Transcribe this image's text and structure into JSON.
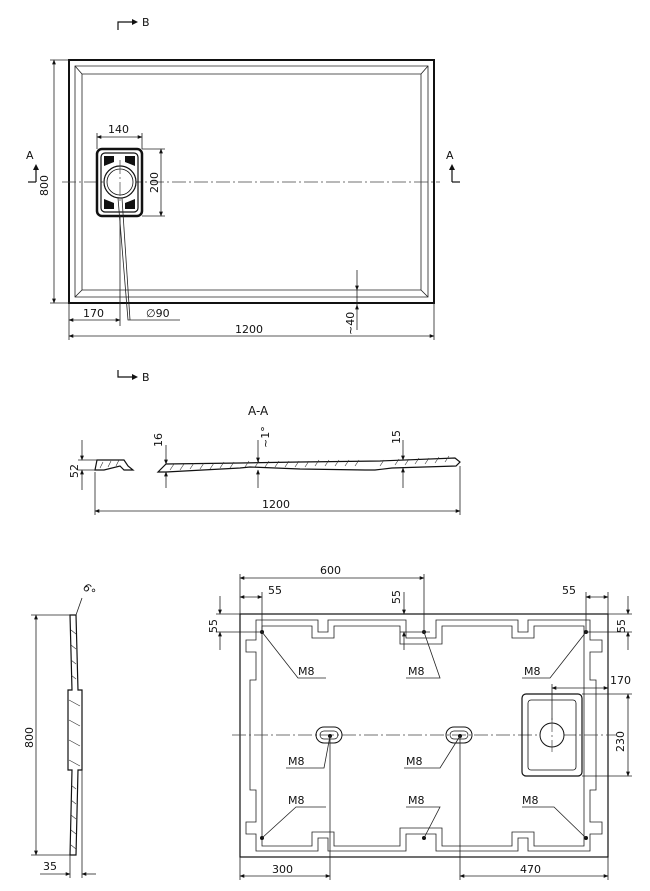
{
  "section_marks": {
    "b": "B",
    "a": "A"
  },
  "top_view": {
    "dim_height": "800",
    "dim_width": "1200",
    "dim_drain_width": "140",
    "dim_drain_height": "200",
    "dim_drain_offset": "170",
    "dim_diameter": "∅90",
    "dim_edge": "~40"
  },
  "section_aa": {
    "title": "A-A",
    "dim_height": "52",
    "dim_thickness_left": "16",
    "dim_slope": "~1°",
    "dim_thickness_right": "15",
    "dim_length": "1200"
  },
  "side_view": {
    "dim_height": "800",
    "dim_thickness": "35",
    "dim_angle": "6°"
  },
  "bottom_view": {
    "dim_600": "600",
    "dim_55_a": "55",
    "dim_55_b": "55",
    "dim_55_c": "55",
    "dim_55_left": "55",
    "dim_55_right": "55",
    "dim_170": "170",
    "dim_230": "230",
    "dim_300": "300",
    "dim_470": "470",
    "fastener_labels": [
      "M8",
      "M8",
      "M8",
      "M8",
      "M8",
      "M8",
      "M8",
      "M8"
    ]
  }
}
